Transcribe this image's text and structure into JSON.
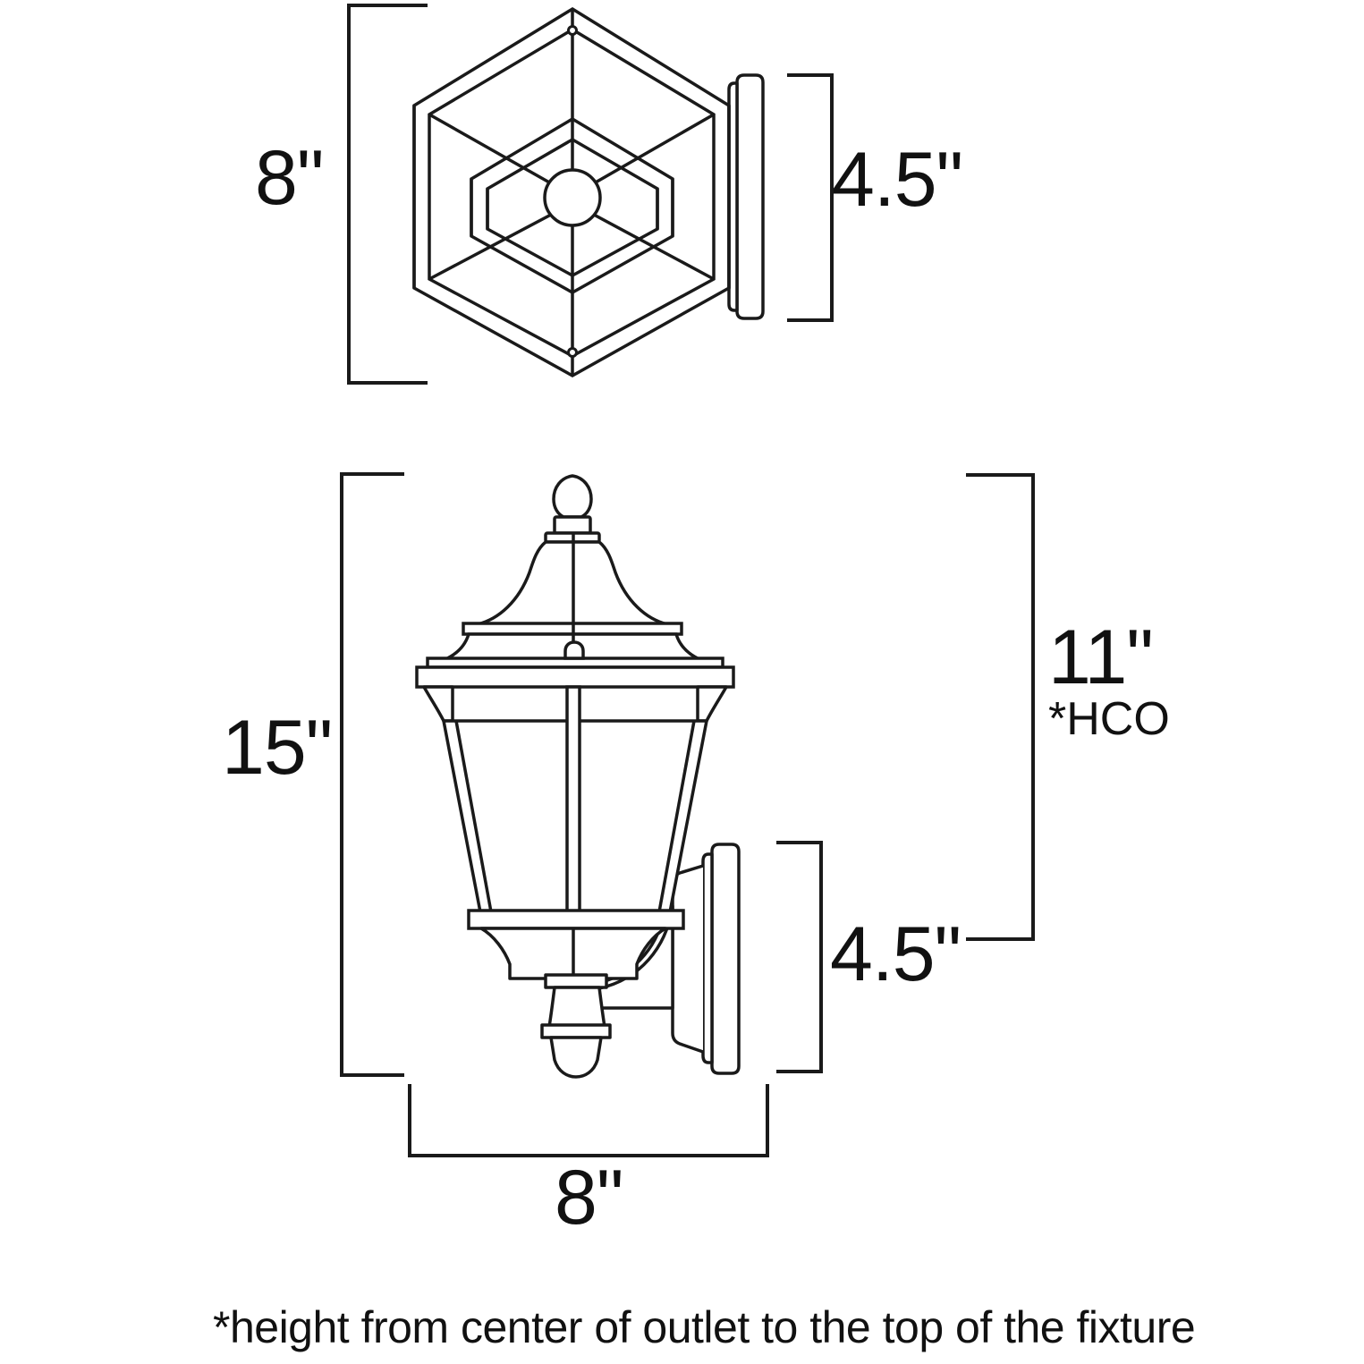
{
  "drawing": {
    "title": "Outdoor wall lantern dimension drawing",
    "views": [
      {
        "name": "top-view",
        "label": "top view of lantern showing hexagonal cage and wall mounting plate"
      },
      {
        "name": "front-view",
        "label": "front elevation of lantern with wall bracket"
      }
    ],
    "line_color": "#1a1a1a",
    "fill_color": "#ffffff",
    "text_color": "#111111"
  },
  "dimensions": {
    "top_height": "8\"",
    "top_depth": "4.5\"",
    "front_height": "15\"",
    "hco_value": "11\"",
    "hco_note": "*HCO",
    "front_depth": "4.5\"",
    "front_width": "8\""
  },
  "footnote": {
    "text": "*height from center of outlet to the top of the fixture"
  }
}
